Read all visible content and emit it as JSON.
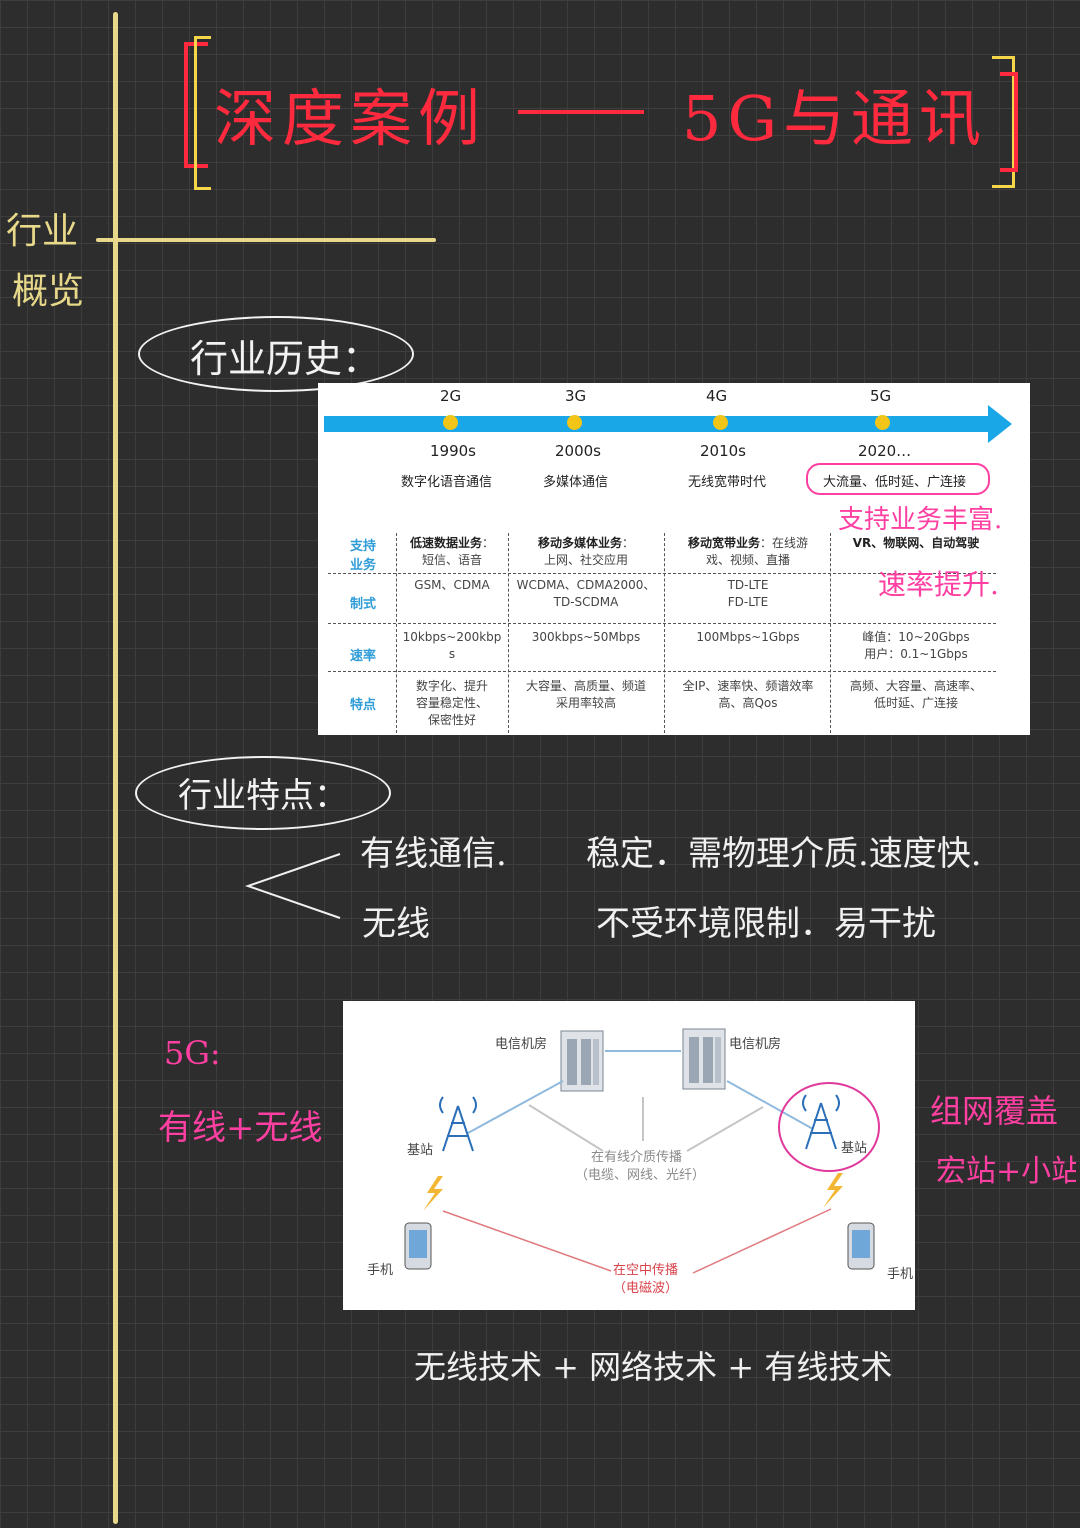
{
  "title": {
    "left": "深度案例",
    "right": "5G与通讯"
  },
  "side": {
    "line1": "行业",
    "line2": "概览"
  },
  "history": {
    "oval_label": "行业历史：",
    "eras": [
      {
        "gen": "2G",
        "year": "1990s",
        "desc": "数字化语音通信"
      },
      {
        "gen": "3G",
        "year": "2000s",
        "desc": "多媒体通信"
      },
      {
        "gen": "4G",
        "year": "2010s",
        "desc": "无线宽带时代"
      },
      {
        "gen": "5G",
        "year": "2020…",
        "desc": "大流量、低时延、广连接"
      }
    ],
    "rows": [
      {
        "label": "支持\n业务",
        "cells": [
          {
            "bold": "低速数据业务",
            "text": "：\n短信、语音"
          },
          {
            "bold": "移动多媒体业务",
            "text": "：\n上网、社交应用"
          },
          {
            "bold": "移动宽带业务",
            "text": "：在线游\n戏、视频、直播"
          },
          {
            "bold": "",
            "text": "VR、物联网、自动驾驶"
          }
        ]
      },
      {
        "label": "制式",
        "cells": [
          {
            "bold": "",
            "text": "GSM、CDMA"
          },
          {
            "bold": "",
            "text": "WCDMA、CDMA2000、\nTD-SCDMA"
          },
          {
            "bold": "",
            "text": "TD-LTE\nFD-LTE"
          },
          {
            "bold": "",
            "text": ""
          }
        ]
      },
      {
        "label": "速率",
        "cells": [
          {
            "bold": "",
            "text": "10kbps~200kbp\ns"
          },
          {
            "bold": "",
            "text": "300kbps~50Mbps"
          },
          {
            "bold": "",
            "text": "100Mbps~1Gbps"
          },
          {
            "bold": "",
            "text": "峰值：10~20Gbps\n用户：0.1~1Gbps"
          }
        ]
      },
      {
        "label": "特点",
        "cells": [
          {
            "bold": "",
            "text": "数字化、提升\n容量稳定性、\n保密性好"
          },
          {
            "bold": "",
            "text": "大容量、高质量、频道\n采用率较高"
          },
          {
            "bold": "",
            "text": "全IP、速率快、频谱效率\n高、高Qos"
          },
          {
            "bold": "",
            "text": "高频、大容量、高速率、\n低时延、广连接"
          }
        ]
      }
    ],
    "note1": "支持业务丰富.",
    "note2": "速率提升."
  },
  "features": {
    "oval_label": "行业特点：",
    "wired_label": "有线通信.",
    "wired_desc": "稳定．需物理介质.速度快.",
    "wireless_label": "无线",
    "wireless_desc": "不受环境限制．易干扰"
  },
  "fiveg": {
    "label1": "5G:",
    "label2": "有线+无线",
    "right1": "组网覆盖",
    "right2": "宏站+小站",
    "diagram": {
      "room_left": "电信机房",
      "room_right": "电信机房",
      "station_left": "基站",
      "station_right": "基站",
      "wired_medium": "在有线介质传播",
      "wired_medium_sub": "（电缆、网线、光纤）",
      "air_medium": "在空中传播",
      "air_medium_sub": "（电磁波）",
      "phone_left": "手机",
      "phone_right": "手机"
    },
    "summary": "无线技术 + 网络技术 + 有线技术"
  },
  "colors": {
    "title_red": "#ff2a3d",
    "yellow": "#e8d98a",
    "pink": "#ff3fa1",
    "arrow_blue": "#1aa7e8",
    "dot_yellow": "#f3c516"
  }
}
